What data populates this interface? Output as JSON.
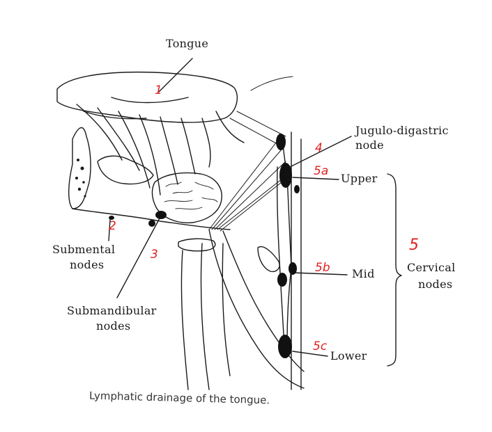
{
  "labels": {
    "tongue": "Tongue",
    "jugulo_digastric_line1": "Jugulo-digastric",
    "jugulo_digastric_line2": "node",
    "upper": "Upper",
    "mid": "Mid",
    "lower": "Lower",
    "cervical_line1": "Cervical",
    "cervical_line2": "nodes",
    "submental_line1": "Submental",
    "submental_line2": "nodes",
    "submandibular_line1": "Submandibular",
    "submandibular_line2": "nodes"
  },
  "annotations": {
    "n1": "1",
    "n2": "2",
    "n3": "3",
    "n4": "4",
    "n5": "5",
    "n5a": "5a",
    "n5b": "5b",
    "n5c": "5c"
  },
  "caption": "Lymphatic drainage of the tongue.",
  "colors": {
    "ink": "#1a1a1a",
    "annotation": "#e02020",
    "background": "#ffffff"
  }
}
